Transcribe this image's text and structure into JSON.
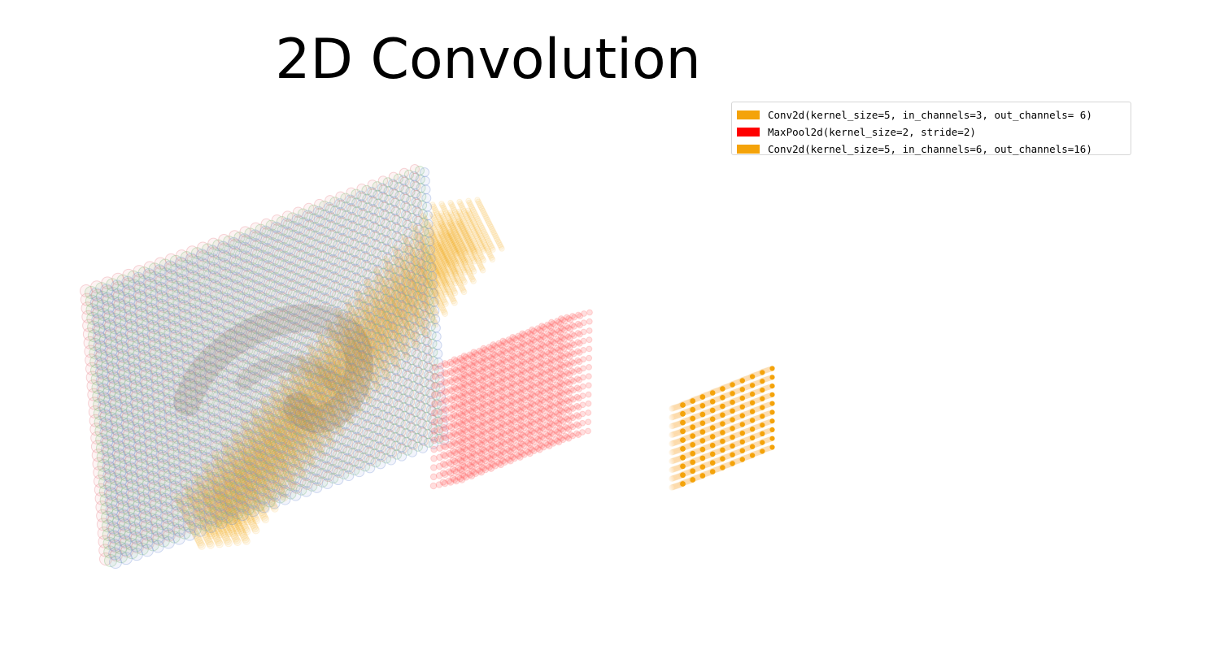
{
  "title": "2D Convolution",
  "legend": [
    {
      "label": "Conv2d(kernel_size=5, in_channels=3, out_channels= 6)",
      "color": "#f4a30a"
    },
    {
      "label": "MaxPool2d(kernel_size=2, stride=2)",
      "color": "#ff0000"
    },
    {
      "label": "Conv2d(kernel_size=5, in_channels=6, out_channels=16)",
      "color": "#f4a30a"
    }
  ],
  "colors": {
    "input_red": "#e8888e",
    "input_green": "#7ec07a",
    "input_blue": "#7c97d8",
    "image_shade": "#6b5a45",
    "conv": "#f4a30a",
    "pool": "#ff6b6b"
  },
  "layers": [
    {
      "name": "input",
      "grid": 32,
      "channels": [
        "input_red",
        "input_green",
        "input_blue"
      ]
    },
    {
      "name": "conv1",
      "grid": 28,
      "channels": 6,
      "color": "conv"
    },
    {
      "name": "pool1",
      "grid": 14,
      "channels": 6,
      "color": "pool"
    },
    {
      "name": "conv2",
      "grid": 10,
      "channels": 16,
      "color": "conv"
    }
  ]
}
